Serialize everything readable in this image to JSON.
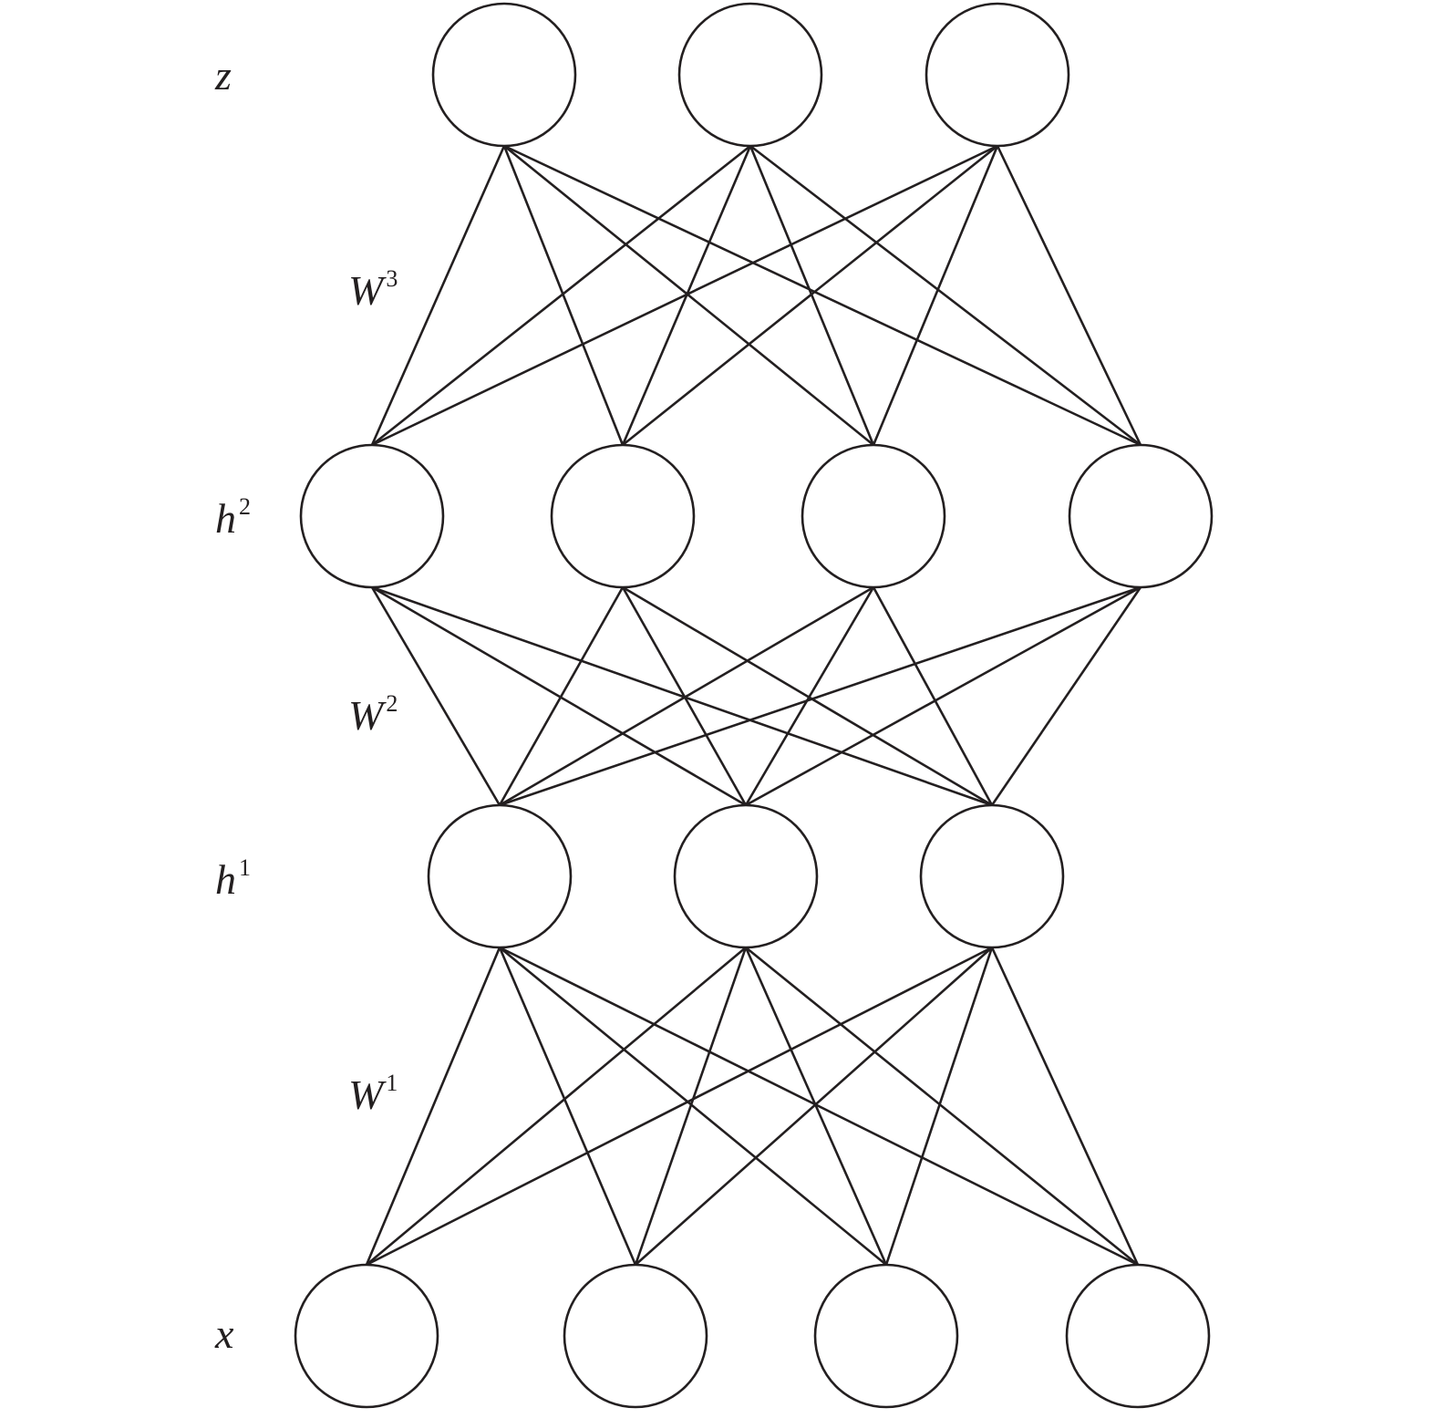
{
  "layers": [
    {
      "id": "x",
      "label": "x",
      "sup": "",
      "nodes": 4
    },
    {
      "id": "h1",
      "label": "h",
      "sup": "1",
      "nodes": 3
    },
    {
      "id": "h2",
      "label": "h",
      "sup": "2",
      "nodes": 4
    },
    {
      "id": "z",
      "label": "z",
      "sup": "",
      "nodes": 3
    }
  ],
  "weights": [
    {
      "id": "W1",
      "label": "W",
      "sup": "1",
      "from": "x",
      "to": "h1"
    },
    {
      "id": "W2",
      "label": "W",
      "sup": "2",
      "from": "h1",
      "to": "h2"
    },
    {
      "id": "W3",
      "label": "W",
      "sup": "3",
      "from": "h2",
      "to": "z"
    }
  ],
  "connectivity": "fully-connected",
  "colors": {
    "line": "#231f20",
    "node_fill": "#ffffff",
    "background": "#ffffff"
  }
}
